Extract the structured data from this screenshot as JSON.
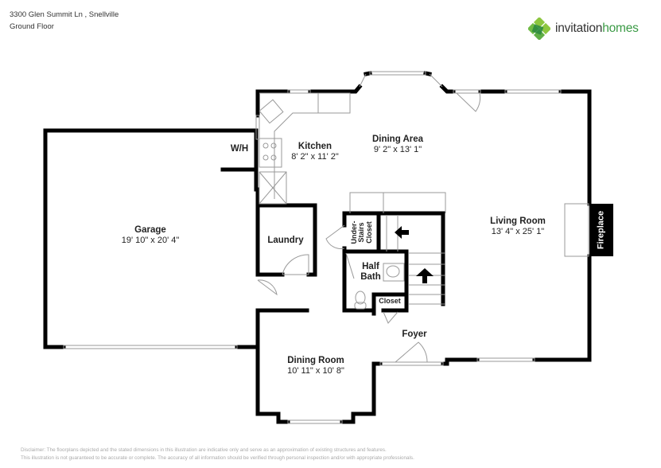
{
  "header": {
    "address": "3300 Glen Summit Ln , Snellville",
    "floor": "Ground Floor"
  },
  "logo": {
    "brand_part1": "invitation",
    "brand_part2": "homes",
    "icon": "green-clover-logo-icon",
    "colors": {
      "light": "#8cc63f",
      "mid": "#5fae45",
      "dark": "#2e8b3e",
      "text_accent": "#3a9a45"
    }
  },
  "rooms": [
    {
      "id": "garage",
      "name": "Garage",
      "dims": "19' 10\" x 20' 4\""
    },
    {
      "id": "kitchen",
      "name": "Kitchen",
      "dims": "8' 2\" x 11' 2\""
    },
    {
      "id": "dining-area",
      "name": "Dining Area",
      "dims": "9' 2\" x 13' 1\""
    },
    {
      "id": "living-room",
      "name": "Living Room",
      "dims": "13' 4\" x 25' 1\""
    },
    {
      "id": "dining-room",
      "name": "Dining Room",
      "dims": "10' 11\" x 10' 8\""
    }
  ],
  "labels": {
    "wh": "W/H",
    "laundry": "Laundry",
    "under_stairs_closet": [
      "Under-",
      "Stairs",
      "Closet"
    ],
    "half_bath": [
      "Half",
      "Bath"
    ],
    "closet": "Closet",
    "foyer": "Foyer",
    "fireplace": "Fireplace"
  },
  "disclaimer": {
    "line1": "Disclaimer: The floorplans depicted and the stated dimensions in this illustration are indicative only and serve as an approximation of existing structures and features.",
    "line2": "This illustration is not guaranteed to be accurate or complete. The accuracy of all information should be verified through personal inspection and/or with appropriate professionals."
  }
}
